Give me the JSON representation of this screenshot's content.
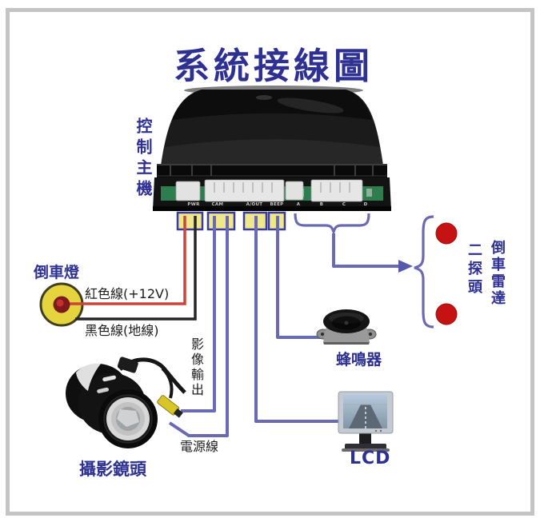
{
  "title": "系統接線圖",
  "control_unit": {
    "label": "控制主機",
    "ports": [
      "PWR",
      "CAM",
      "A/OUT",
      "BEEP",
      "A",
      "B",
      "C",
      "D"
    ]
  },
  "reverse_light": {
    "label": "倒車燈",
    "red_wire_label": "紅色線(+12V)",
    "black_wire_label": "黑色線(地線)"
  },
  "camera": {
    "label": "攝影鏡頭",
    "video_output_label": "影像輸出",
    "power_wire_label": "電源線"
  },
  "buzzer": {
    "label": "蜂鳴器"
  },
  "lcd": {
    "label": "LCD"
  },
  "radar": {
    "label": "倒車雷達",
    "probe_label": "二探頭"
  },
  "colors": {
    "accent_blue": "#2e3192",
    "wire_purple": "#6a6ab2",
    "wire_red": "#c8473a",
    "wire_black": "#262626",
    "connector_highlight_yellow": "#efe88a",
    "connector_highlight_border": "#3b3b9e",
    "sensor_red": "#c51313",
    "reverse_light_yellow": "#e5d43d",
    "frame_gray": "#c4c4c4"
  }
}
